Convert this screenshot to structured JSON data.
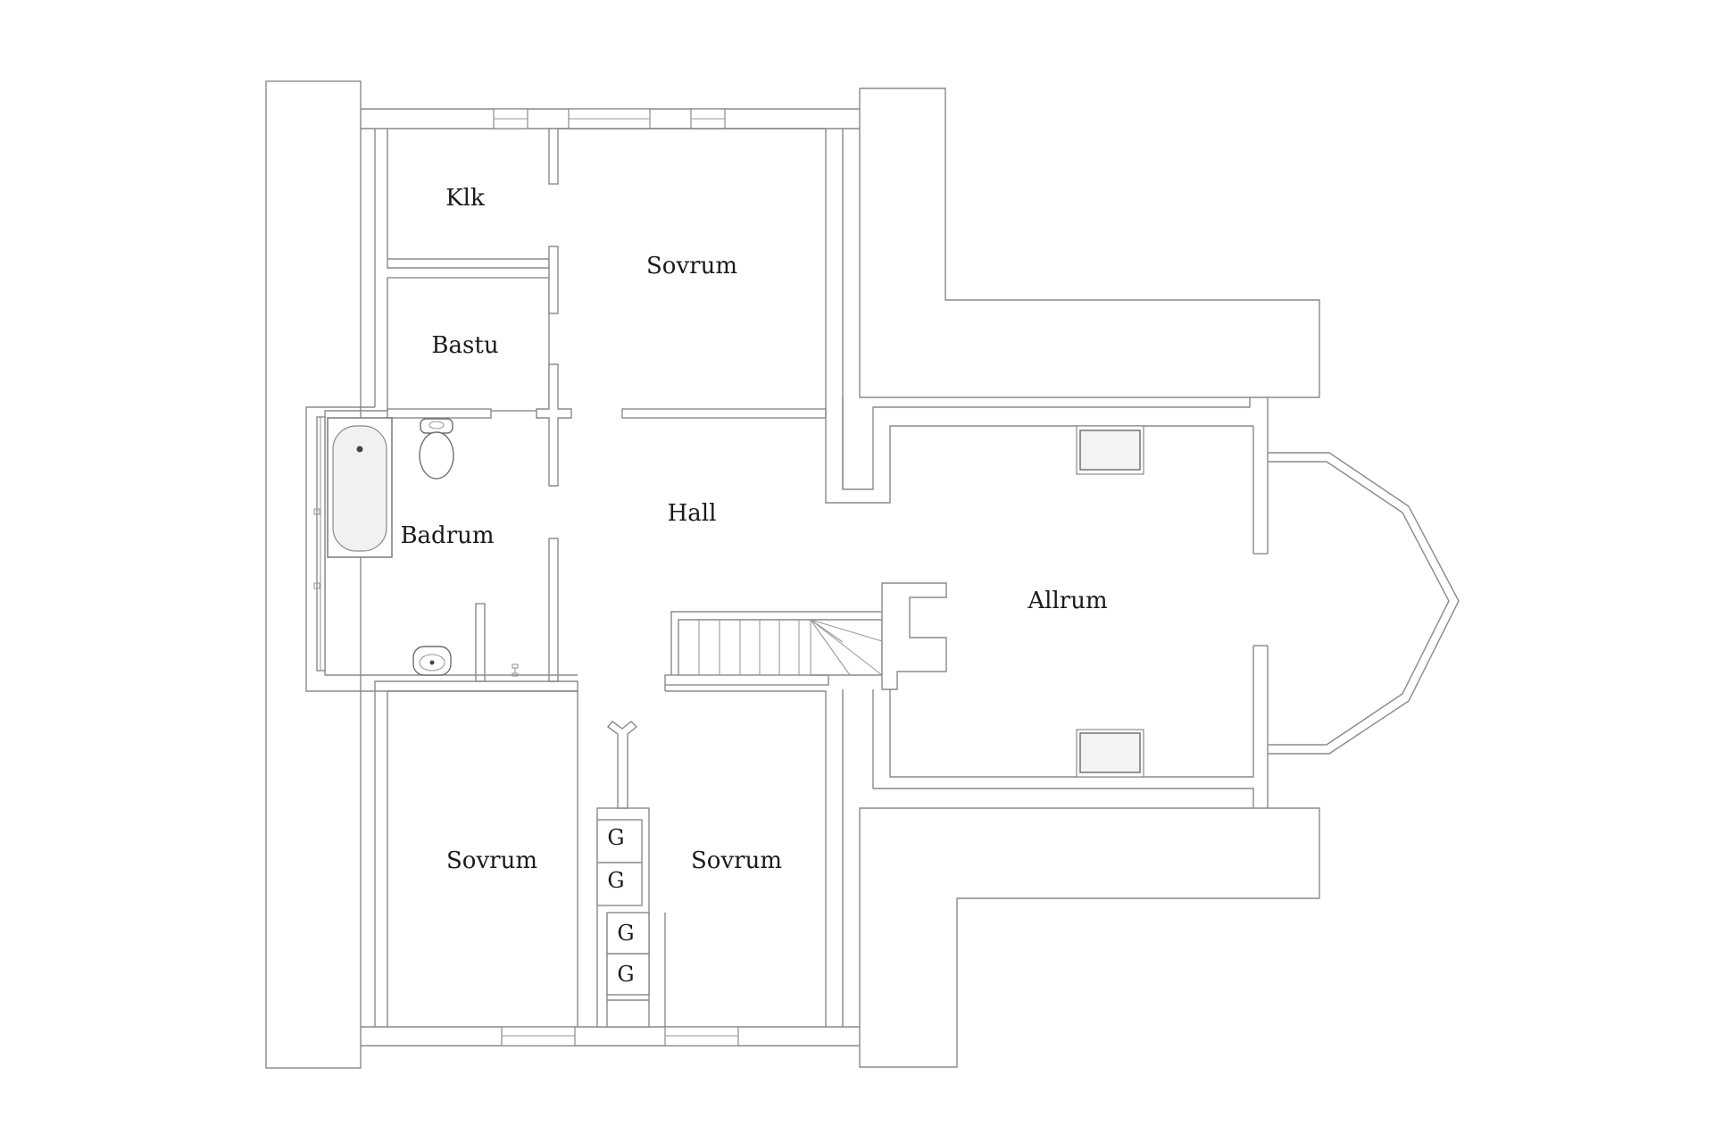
{
  "floor_plan": {
    "rooms": {
      "klk": "Klk",
      "sovrum_top": "Sovrum",
      "bastu": "Bastu",
      "hall": "Hall",
      "badrum": "Badrum",
      "allrum": "Allrum",
      "sovrum_bottom_left": "Sovrum",
      "sovrum_bottom_right": "Sovrum"
    },
    "closets": [
      "G",
      "G",
      "G",
      "G"
    ]
  },
  "colors": {
    "walls": "#8a8a8a",
    "background": "#ffffff",
    "labels": "#1a1a1a"
  }
}
